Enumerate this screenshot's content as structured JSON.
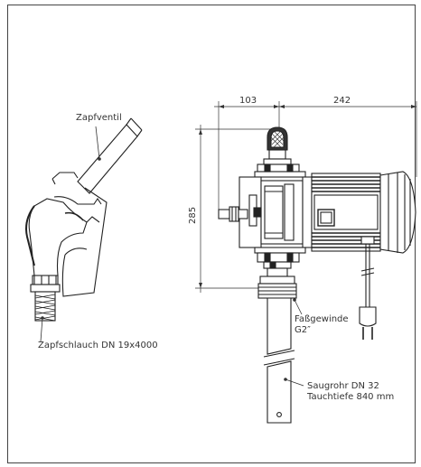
{
  "labels": {
    "nozzle": "Zapfventil",
    "hose": "Zapfschlauch DN 19x4000",
    "thread_1": "Faßgewinde",
    "thread_2": "G2″",
    "suction_1": "Saugrohr DN 32",
    "suction_2": "Tauchtiefe 840 mm"
  },
  "dimensions": {
    "width_left": "103",
    "width_right": "242",
    "height": "285"
  },
  "colors": {
    "line": "#333333",
    "frame": "#444444",
    "dark": "#222222"
  }
}
